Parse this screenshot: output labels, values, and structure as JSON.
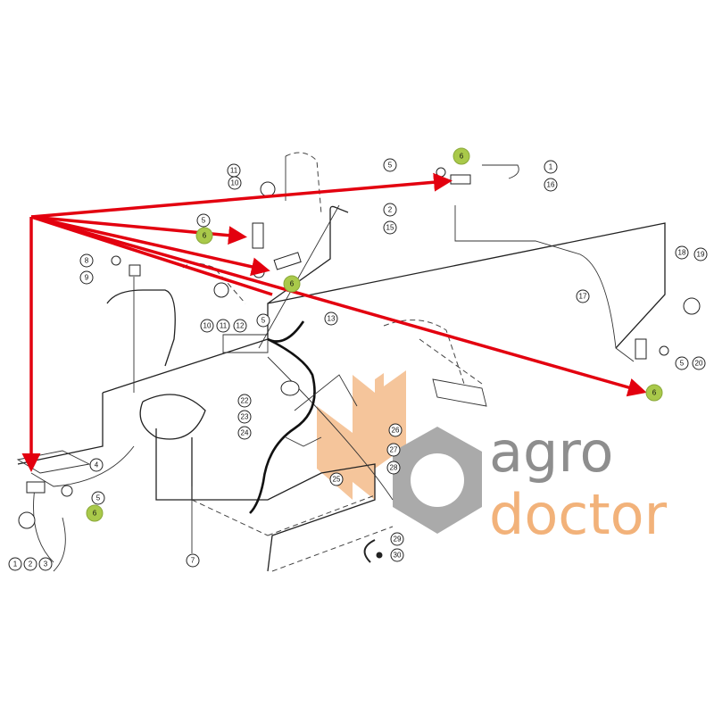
{
  "diagram": {
    "callouts": [
      "5",
      "6",
      "1",
      "16",
      "2",
      "15",
      "11",
      "10",
      "5",
      "6",
      "6",
      "13",
      "10",
      "11",
      "12",
      "5",
      "8",
      "9",
      "17",
      "18",
      "19",
      "20",
      "5",
      "6",
      "4",
      "5",
      "6",
      "1",
      "2",
      "3",
      "7",
      "22",
      "23",
      "24",
      "25",
      "26",
      "27",
      "28",
      "29",
      "30"
    ],
    "highlighted_part": "6",
    "arrow_color": "#e3000f",
    "highlight_color": "#a9c94a"
  },
  "watermark": {
    "brand_word1": "agro",
    "brand_word2": "doctor",
    "gray": "#8e8e8e",
    "orange": "#f2b27a"
  }
}
